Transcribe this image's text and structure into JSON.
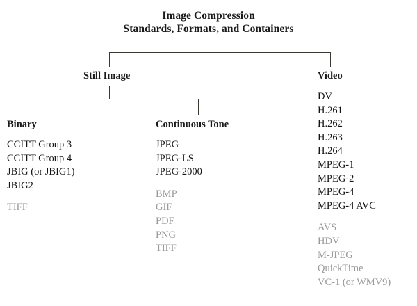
{
  "title": {
    "line1": "Image Compression",
    "line2": "Standards, Formats, and Containers"
  },
  "colors": {
    "standard_text": "#141414",
    "secondary_text": "#9a9a9a",
    "connector": "#3b3733",
    "background": "#ffffff"
  },
  "branches": {
    "still_image": "Still Image",
    "video": "Video"
  },
  "columns": {
    "binary": {
      "heading": "Binary",
      "standards": [
        "CCITT Group 3",
        "CCITT Group 4",
        "JBIG (or JBIG1)",
        "JBIG2"
      ],
      "formats": [
        "TIFF"
      ]
    },
    "continuous_tone": {
      "heading": "Continuous Tone",
      "standards": [
        "JPEG",
        "JPEG-LS",
        "JPEG-2000"
      ],
      "formats": [
        "BMP",
        "GIF",
        "PDF",
        "PNG",
        "TIFF"
      ]
    },
    "video": {
      "heading": "Video",
      "standards": [
        "DV",
        "H.261",
        "H.262",
        "H.263",
        "H.264",
        "MPEG-1",
        "MPEG-2",
        "MPEG-4",
        "MPEG-4 AVC"
      ],
      "formats": [
        "AVS",
        "HDV",
        "M-JPEG",
        "QuickTime",
        "VC-1 (or WMV9)"
      ]
    }
  }
}
